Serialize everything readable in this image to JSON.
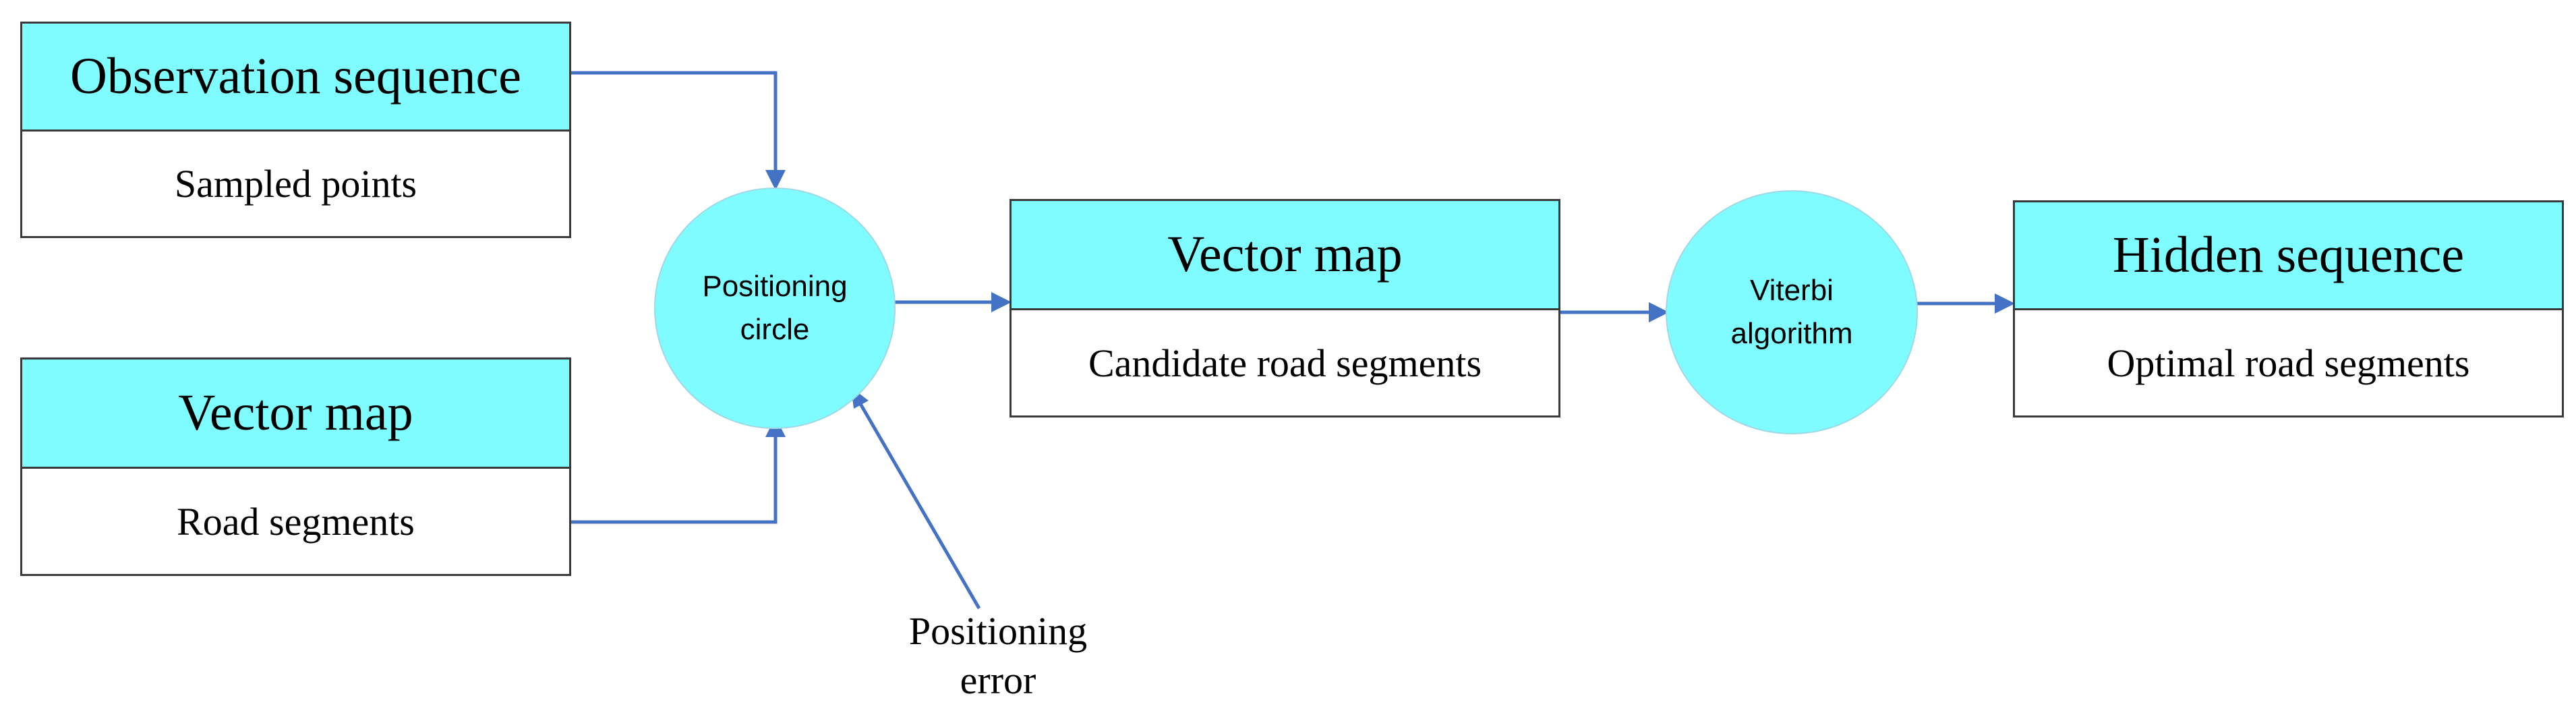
{
  "observation": {
    "title": "Observation sequence",
    "subtitle": "Sampled points"
  },
  "input_map": {
    "title": "Vector map",
    "subtitle": "Road segments"
  },
  "positioning_circle": {
    "line1": "Positioning",
    "line2": "circle"
  },
  "positioning_error": {
    "line1": "Positioning",
    "line2": "error"
  },
  "candidate_map": {
    "title": "Vector map",
    "subtitle": "Candidate road segments"
  },
  "viterbi": {
    "line1": "Viterbi",
    "line2": "algorithm"
  },
  "hidden": {
    "title": "Hidden sequence",
    "subtitle": "Optimal road segments"
  },
  "colors": {
    "header_fill": "#7ffcff",
    "arrow": "#4472c4",
    "border": "#3a3a3a"
  }
}
